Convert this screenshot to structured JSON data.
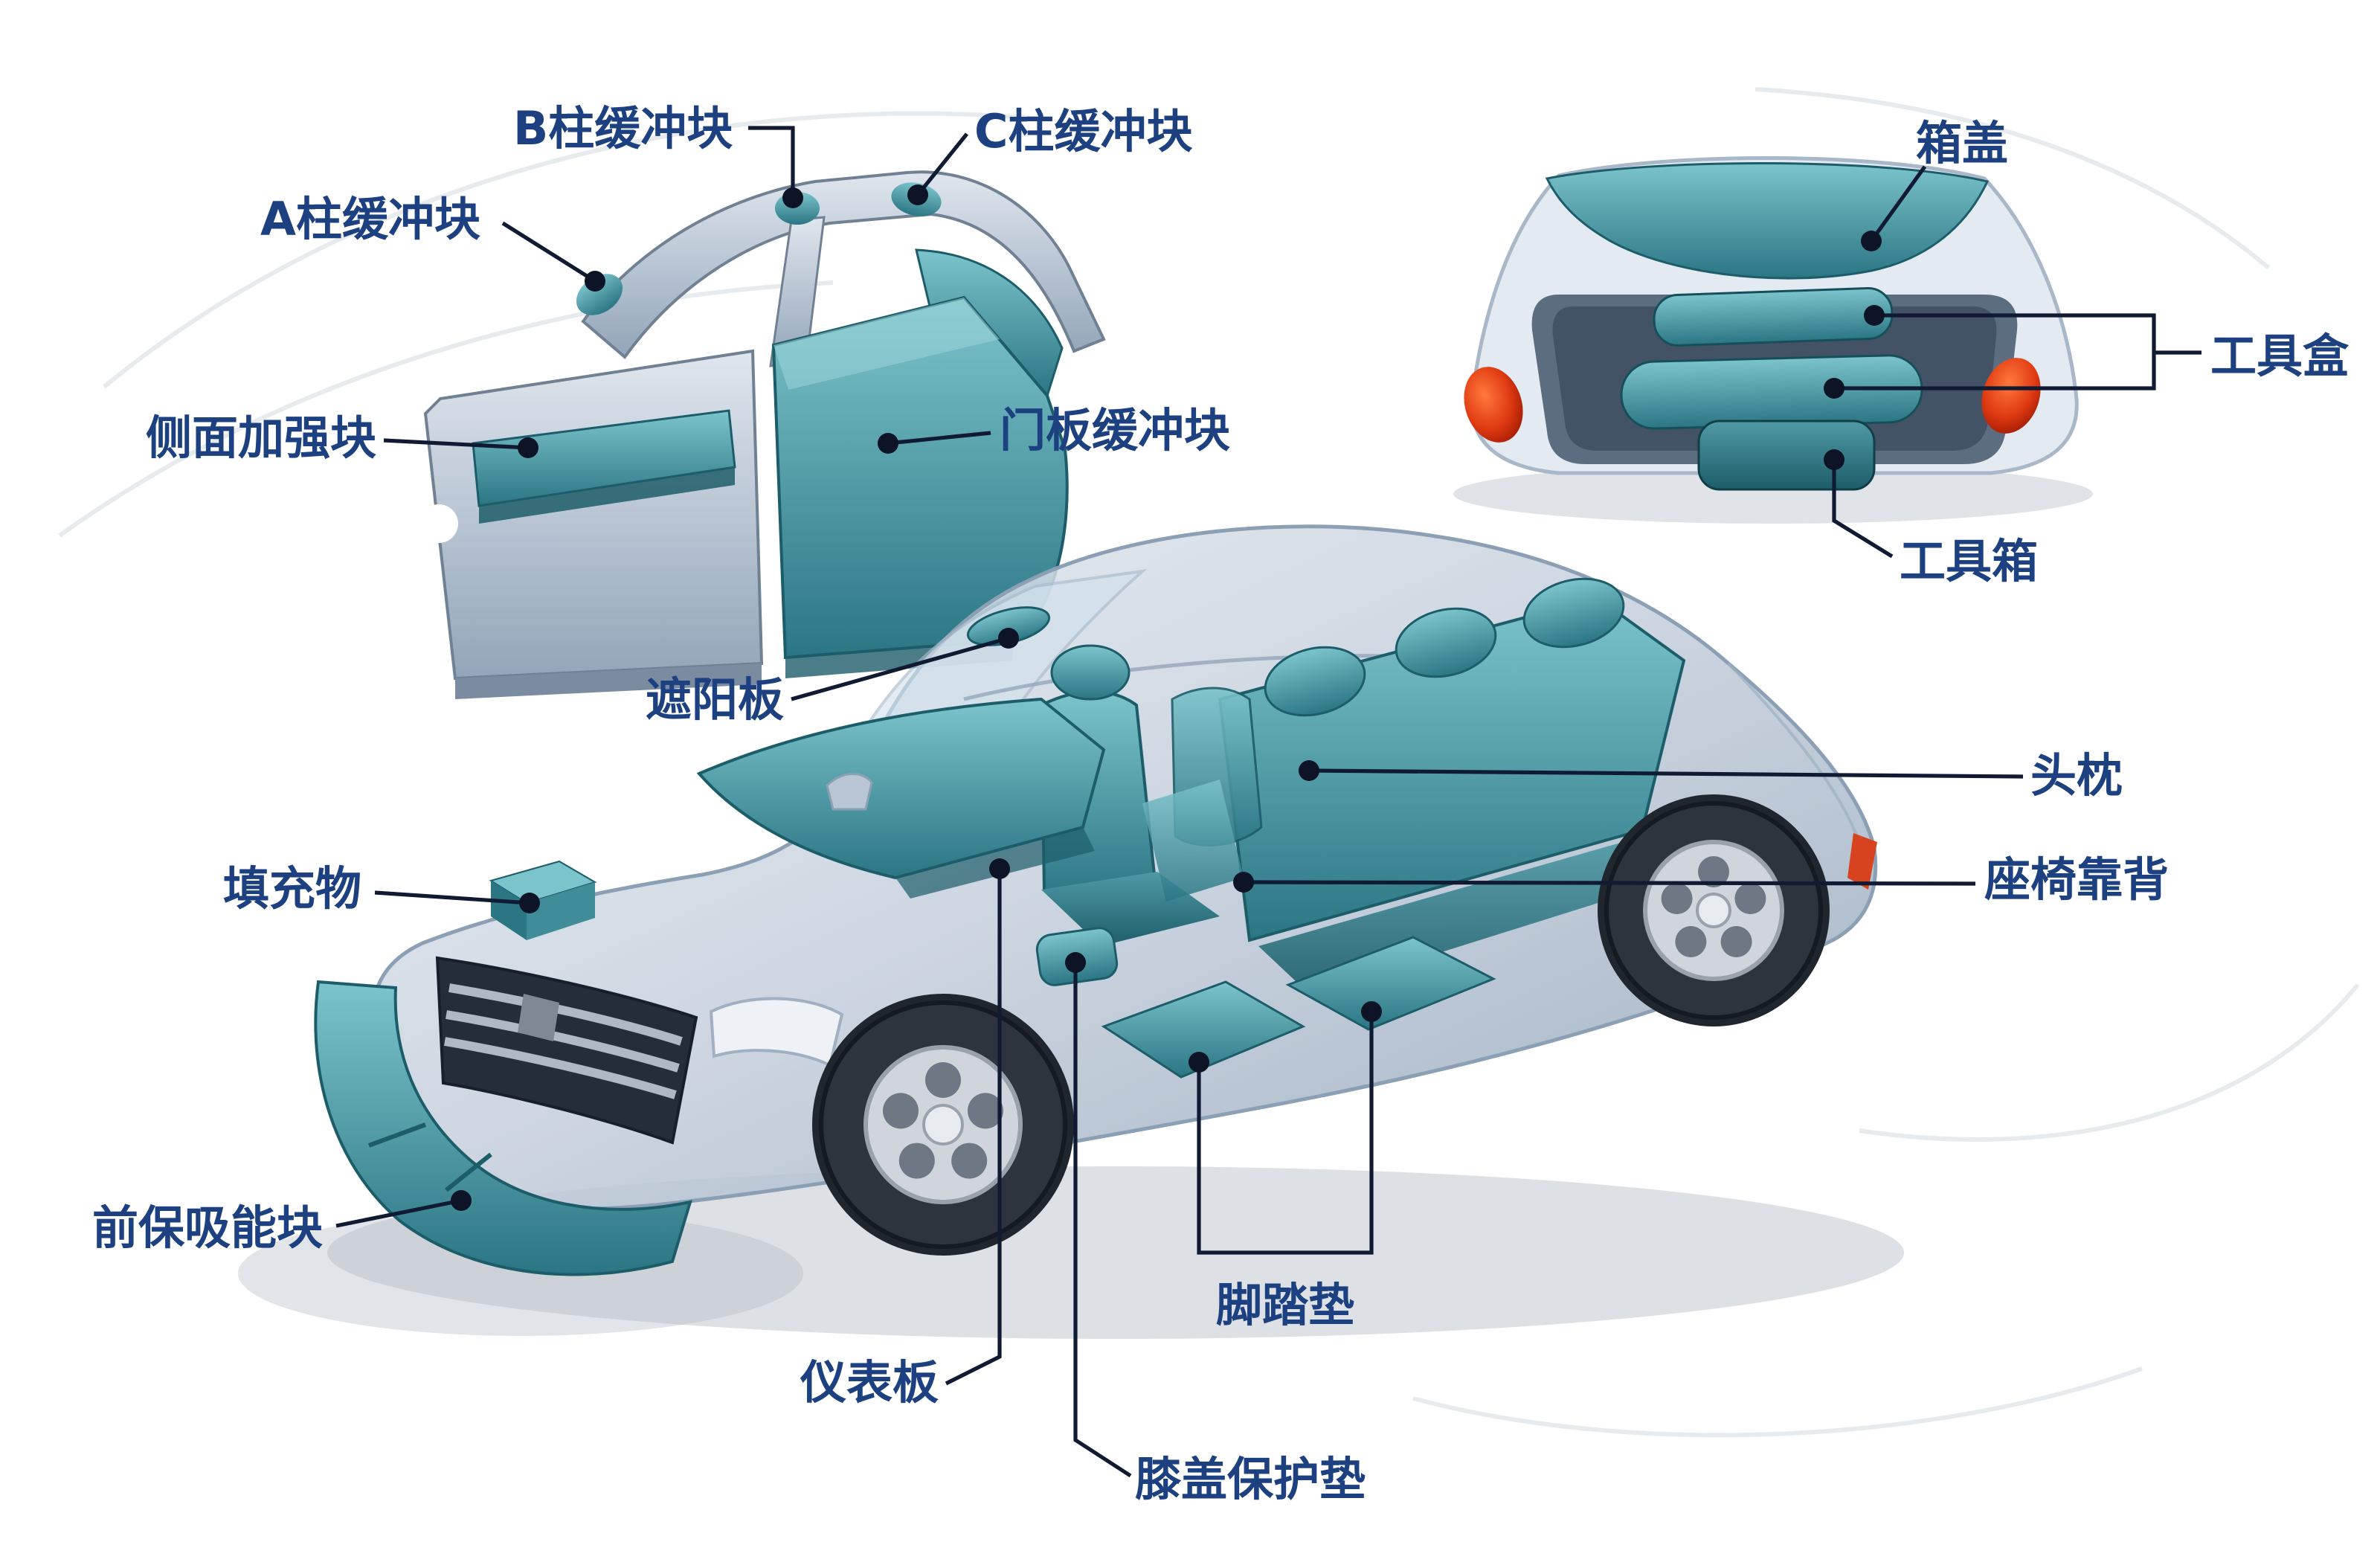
{
  "canvas": {
    "background": "#ffffff",
    "label_color": "#1c4080",
    "line_color": "#101b33",
    "part_teal_light": "#7cc4cc",
    "part_teal_dark": "#2a7683",
    "body_metal": "#c3cedb",
    "taillight_red": "#e03a12"
  },
  "door_section": {
    "labels": [
      {
        "id": "b-pillar-buffer",
        "text": "B柱缓冲块"
      },
      {
        "id": "c-pillar-buffer",
        "text": "C柱缓冲块"
      },
      {
        "id": "a-pillar-buffer",
        "text": "A柱缓冲块"
      },
      {
        "id": "side-reinforcement",
        "text": "侧面加强块"
      },
      {
        "id": "door-panel-buffer",
        "text": "门板缓冲块"
      }
    ]
  },
  "trunk_section": {
    "labels": [
      {
        "id": "box-cover",
        "text": "箱盖"
      },
      {
        "id": "tool-box",
        "text": "工具盒"
      },
      {
        "id": "tool-chest",
        "text": "工具箱"
      }
    ]
  },
  "car_section": {
    "labels": [
      {
        "id": "sun-visor",
        "text": "遮阳板"
      },
      {
        "id": "headrest",
        "text": "头枕"
      },
      {
        "id": "seat-back",
        "text": "座椅靠背"
      },
      {
        "id": "filler",
        "text": "填充物"
      },
      {
        "id": "front-bumper-absorber",
        "text": "前保吸能块"
      },
      {
        "id": "instrument-panel",
        "text": "仪表板"
      },
      {
        "id": "knee-protection-pad",
        "text": "膝盖保护垫"
      },
      {
        "id": "foot-mat",
        "text": "脚踏垫"
      }
    ]
  }
}
